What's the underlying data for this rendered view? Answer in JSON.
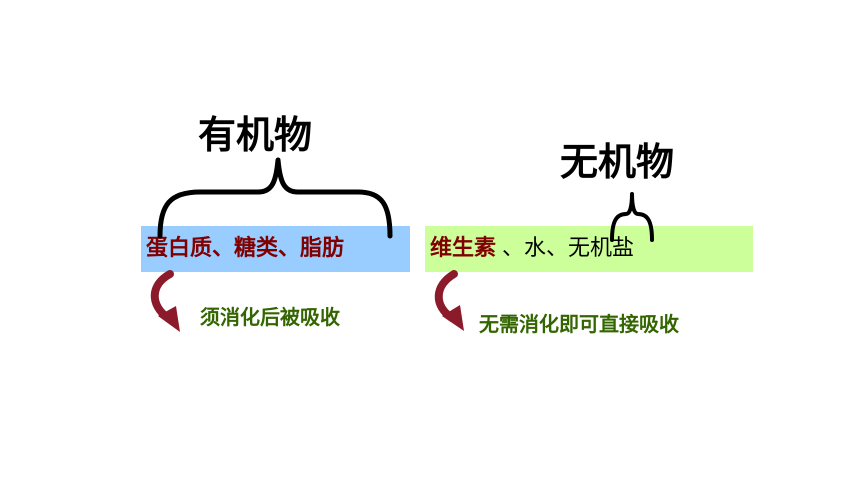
{
  "organic": {
    "heading": "有机物",
    "items": "蛋白质、糖类、脂肪",
    "note": "须消化后被吸收"
  },
  "inorganic": {
    "heading": "无机物",
    "vitamin": "维生素",
    "rest": "、水、无机盐",
    "note": "无需消化即可直接吸收"
  },
  "colors": {
    "organic_band": "#99ccff",
    "inorganic_band": "#ccff99",
    "item_text": "#800000",
    "note_text": "#336600",
    "arrow": "#8b1a2b"
  }
}
